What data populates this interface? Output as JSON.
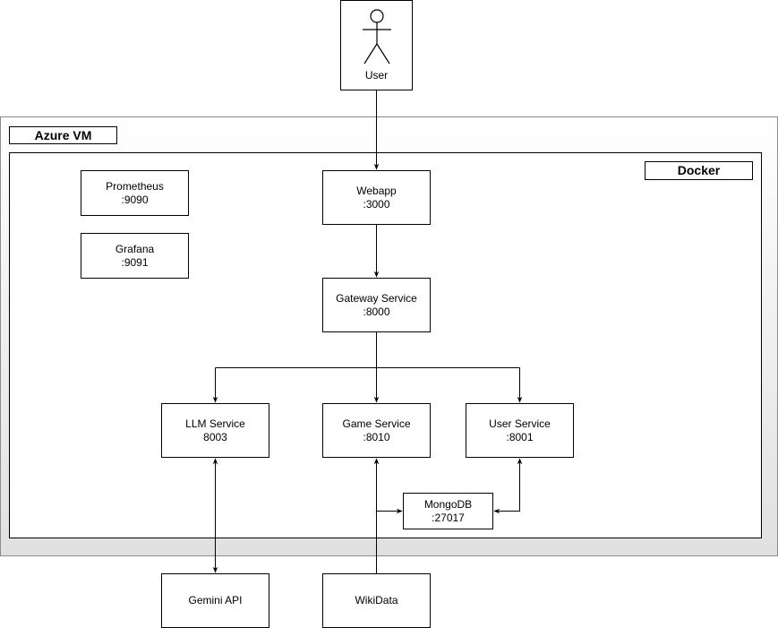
{
  "containers": {
    "azure_vm": "Azure VM",
    "docker": "Docker"
  },
  "actor": {
    "label": "User"
  },
  "nodes": {
    "prometheus": {
      "name": "Prometheus",
      "port": ":9090"
    },
    "grafana": {
      "name": "Grafana",
      "port": ":9091"
    },
    "webapp": {
      "name": "Webapp",
      "port": ":3000"
    },
    "gateway": {
      "name": "Gateway Service",
      "port": ":8000"
    },
    "llm": {
      "name": "LLM Service",
      "port": "8003"
    },
    "game": {
      "name": "Game Service",
      "port": ":8010"
    },
    "user_service": {
      "name": "User Service",
      "port": ":8001"
    },
    "mongodb": {
      "name": "MongoDB",
      "port": ":27017"
    },
    "gemini": {
      "name": "Gemini API"
    },
    "wikidata": {
      "name": "WikiData"
    }
  },
  "edges": [
    {
      "from": "User",
      "to": "Webapp"
    },
    {
      "from": "Webapp",
      "to": "Gateway Service"
    },
    {
      "from": "Gateway Service",
      "to": "LLM Service"
    },
    {
      "from": "Gateway Service",
      "to": "Game Service"
    },
    {
      "from": "Gateway Service",
      "to": "User Service"
    },
    {
      "from": "LLM Service",
      "to": "Gemini API",
      "bidirectional": true
    },
    {
      "from": "WikiData",
      "to": "Game Service"
    },
    {
      "from": "Game Service",
      "to": "MongoDB"
    },
    {
      "from": "User Service",
      "to": "MongoDB",
      "bidirectional": true
    }
  ]
}
